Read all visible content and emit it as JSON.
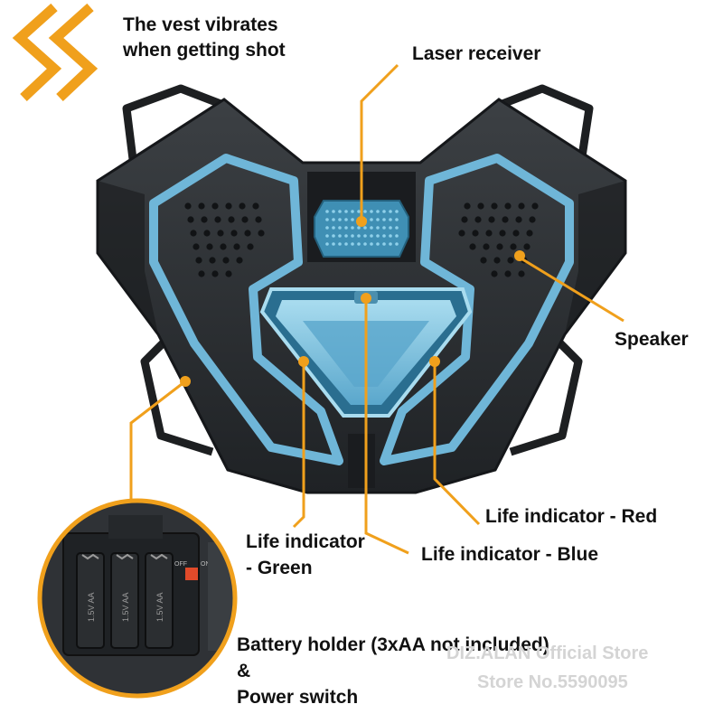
{
  "labels": {
    "vibrate_line1": "The vest vibrates",
    "vibrate_line2": "when getting shot",
    "laser_receiver": "Laser receiver",
    "speaker": "Speaker",
    "life_red": "Life indicator - Red",
    "life_green_line1": "Life indicator",
    "life_green_line2": "- Green",
    "life_blue": "Life indicator - Blue",
    "battery_line1": "Battery holder (3xAA not included)",
    "battery_line2": "&",
    "battery_line3": "Power switch"
  },
  "battery_inset": {
    "cell_label": "1.5V AA",
    "switch_off": "OFF",
    "switch_on": "ON"
  },
  "watermark": {
    "line1": "DIZ.ALAN Official Store",
    "line2": "Store No.5590095"
  },
  "colors": {
    "accent_orange": "#f0a01c",
    "light_blue": "#6fb6d8",
    "body_dark": "#2b2e31",
    "window_blue": "#7fc4e2"
  },
  "icons": {
    "vibration": "double-chevron-vibration-icon"
  }
}
